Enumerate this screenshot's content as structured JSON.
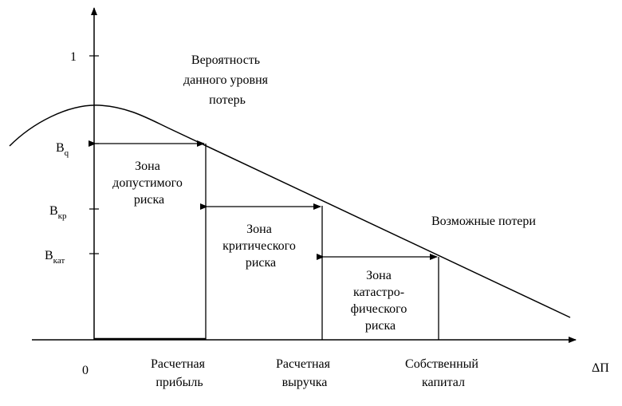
{
  "y_axis": {
    "tick_top_label": "1",
    "levels": [
      {
        "main": "B",
        "sub": "q"
      },
      {
        "main": "B",
        "sub": "кр"
      },
      {
        "main": "B",
        "sub": "кат"
      }
    ]
  },
  "x_axis": {
    "origin_label": "0",
    "label": "ΔП",
    "ticks": [
      {
        "lines": [
          "Расчетная",
          "прибыль"
        ]
      },
      {
        "lines": [
          "Расчетная",
          "выручка"
        ]
      },
      {
        "lines": [
          "Собственный",
          "капитал"
        ]
      }
    ]
  },
  "curve_label": {
    "lines": [
      "Вероятность",
      "данного уровня",
      "потерь"
    ]
  },
  "losses_label": "Возможные потери",
  "zones": [
    {
      "lines": [
        "Зона",
        "допустимого",
        "риска"
      ]
    },
    {
      "lines": [
        "Зона",
        "критического",
        "риска"
      ]
    },
    {
      "lines": [
        "Зона",
        "катастро-",
        "фического",
        "риска"
      ]
    }
  ],
  "colors": {
    "ink": "#000000",
    "background": "#ffffff"
  }
}
